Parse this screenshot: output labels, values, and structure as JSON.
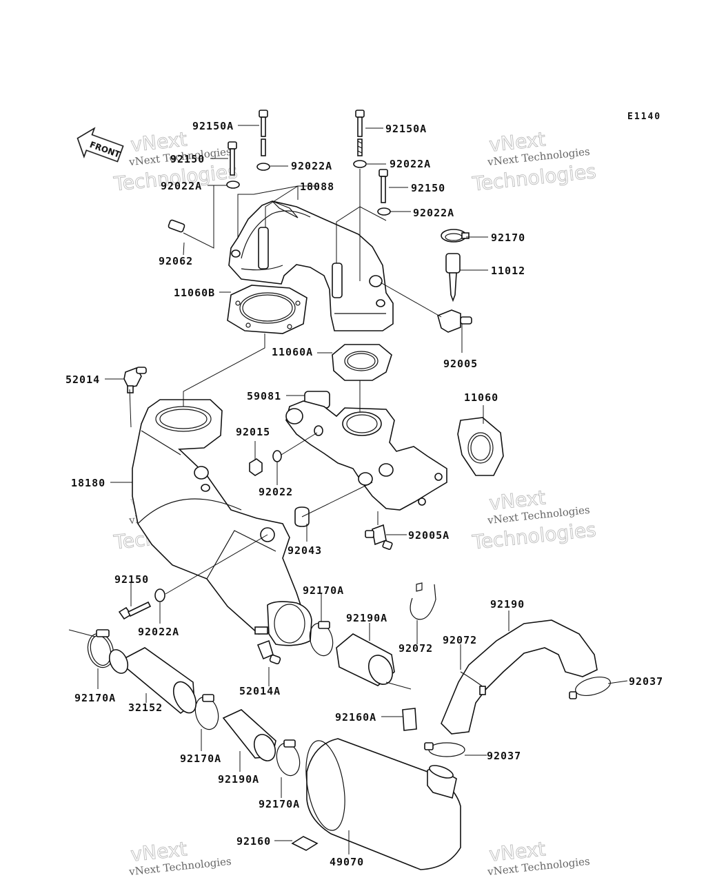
{
  "diagram_code": "E1140",
  "front_label": "FRONT",
  "watermark": {
    "line1": "vNext Technologies",
    "line2": "Technologies",
    "line3": "vNext"
  },
  "labels": [
    "92150A",
    "92150A",
    "92150",
    "92022A",
    "92022A",
    "92022A",
    "18088",
    "92150",
    "92022A",
    "92170",
    "92062",
    "11012",
    "11060B",
    "92005",
    "11060A",
    "52014",
    "59081",
    "11060",
    "92015",
    "18180",
    "92022",
    "92005A",
    "92043",
    "92150",
    "92170A",
    "92190",
    "92190A",
    "92072",
    "92022A",
    "52014A",
    "92072",
    "92170A",
    "92037",
    "32152",
    "92160A",
    "92170A",
    "92037",
    "92190A",
    "92170A",
    "92160",
    "49070"
  ]
}
